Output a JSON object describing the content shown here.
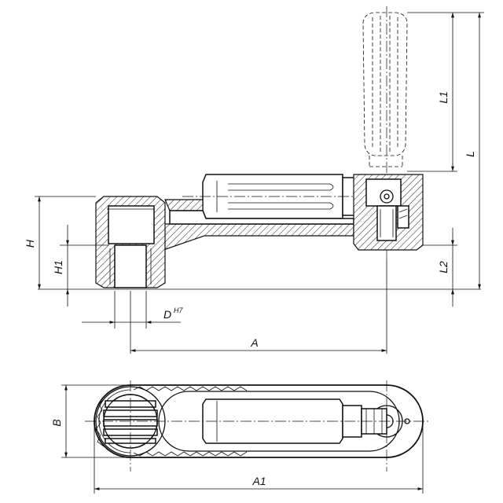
{
  "dimensions": {
    "L1": "L1",
    "L": "L",
    "L2": "L2",
    "H": "H",
    "H1": "H1",
    "D": "D",
    "D_tolerance": "H7",
    "A": "A",
    "B": "B",
    "A1": "A1"
  }
}
